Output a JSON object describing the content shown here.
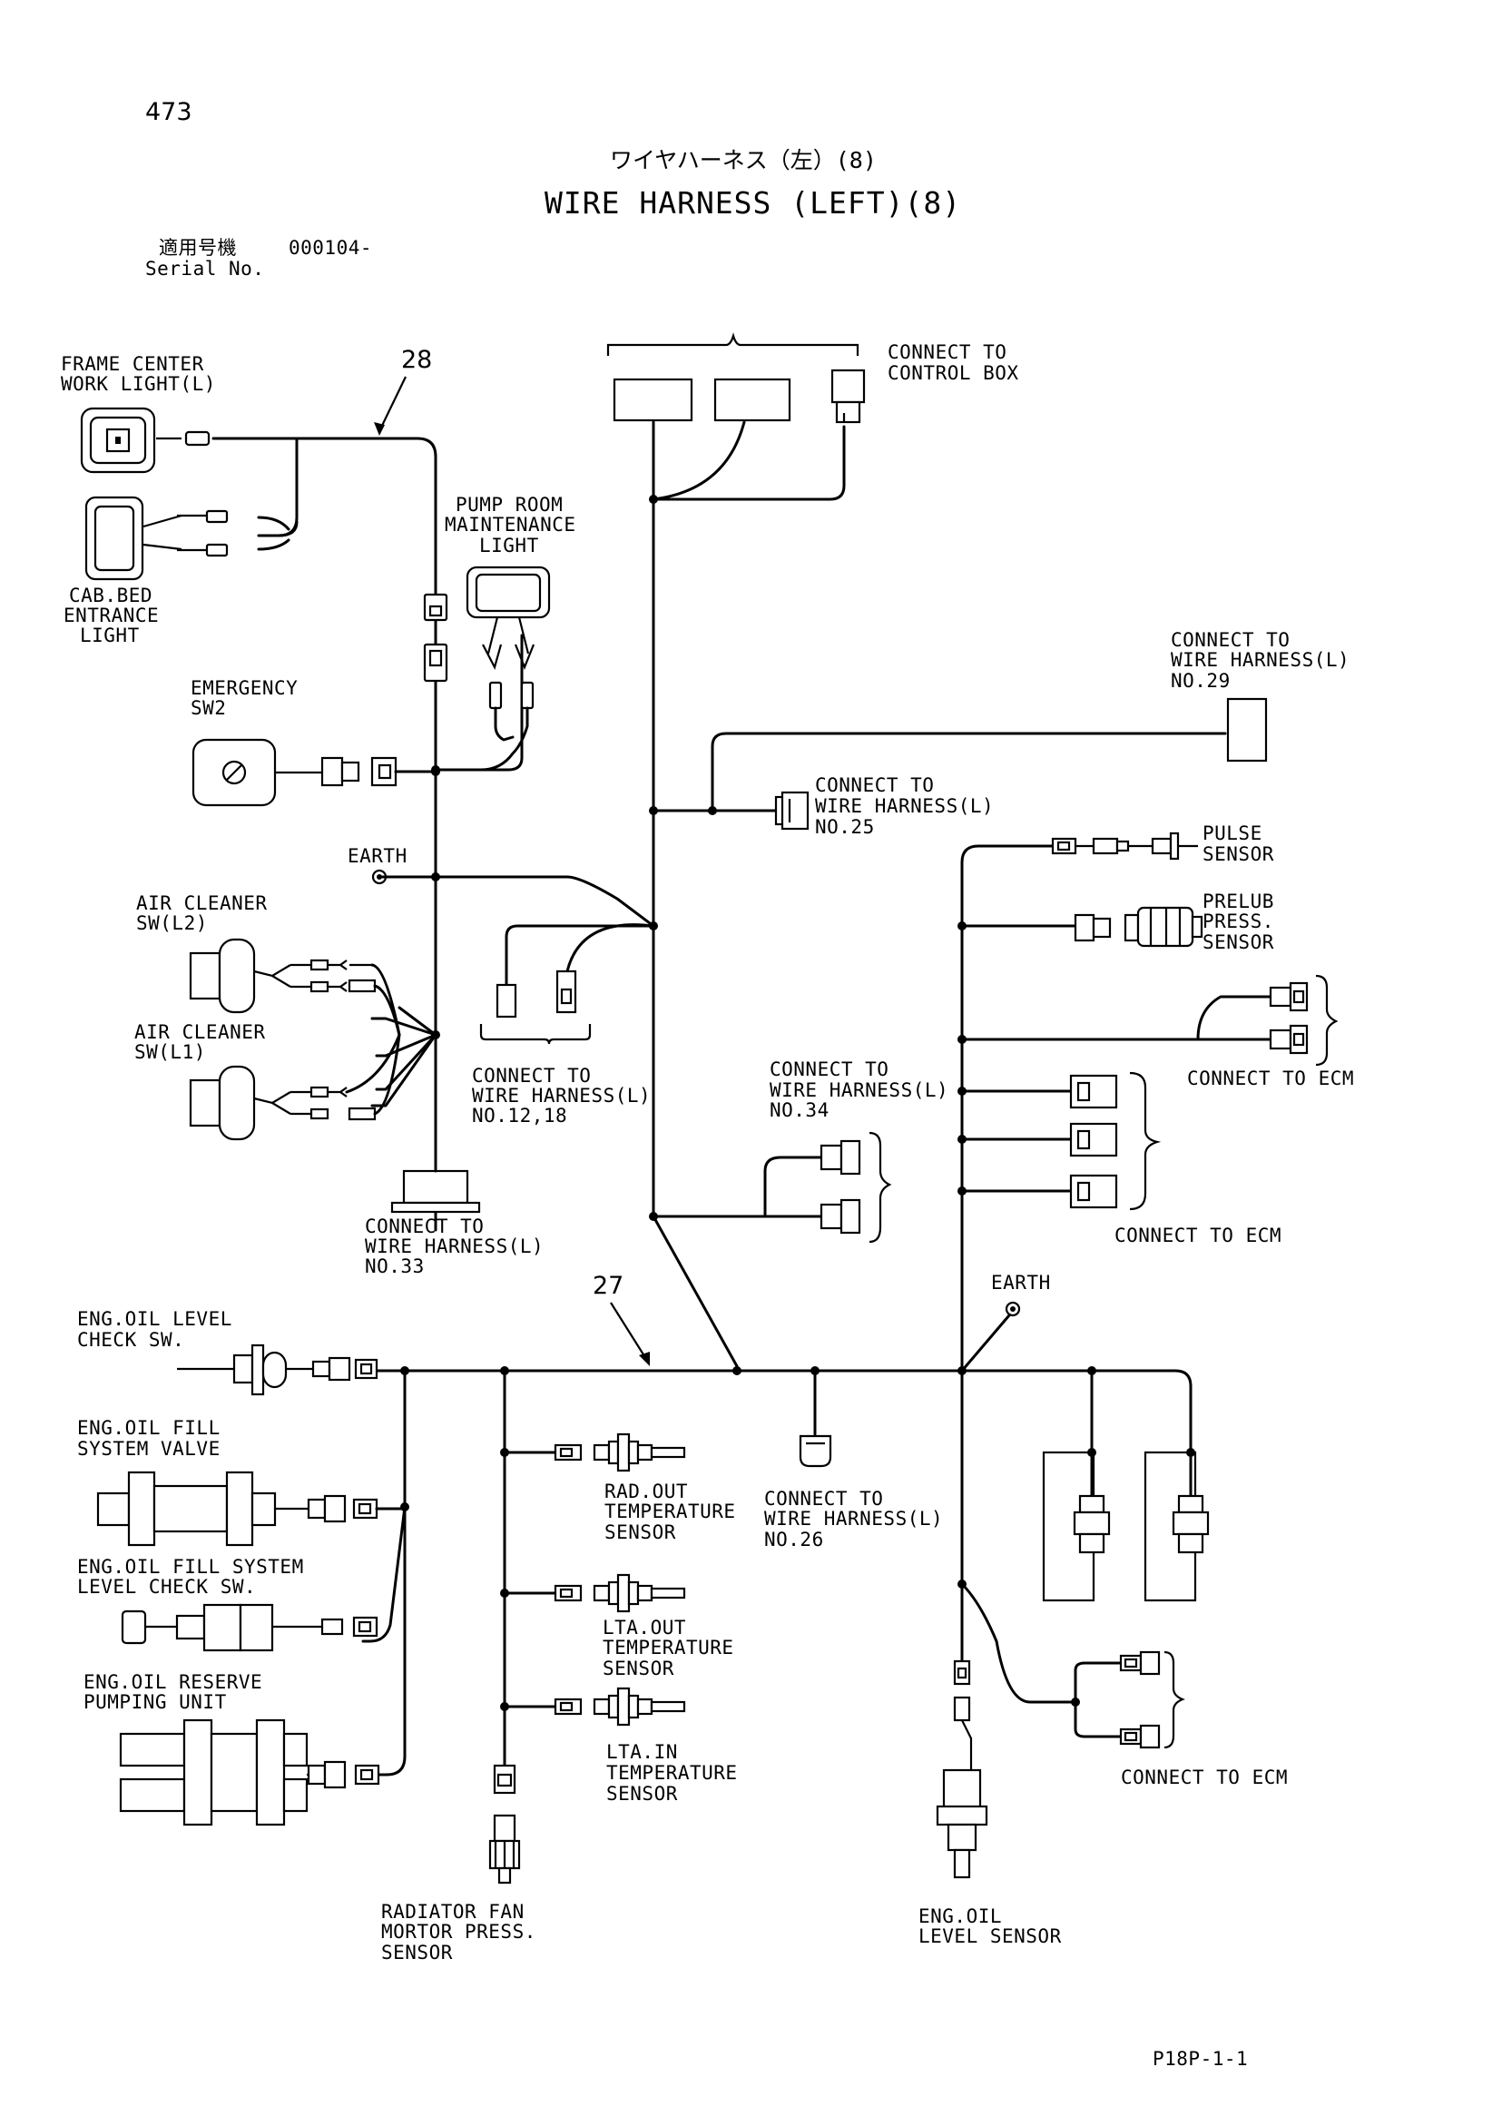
{
  "page": {
    "number": "473",
    "title_jp": "ワイヤハーネス（左）(8)",
    "title_en": "WIRE HARNESS (LEFT)(8)",
    "serial_label_jp": "適用号機",
    "serial_value": "000104-",
    "serial_label_en": "Serial No.",
    "drawing_code": "P18P-1-1"
  },
  "callouts": {
    "harness_28": "28",
    "harness_27": "27"
  },
  "labels": {
    "frame_center": [
      "FRAME CENTER",
      "WORK LIGHT(L)"
    ],
    "cab_bed": [
      "CAB.BED",
      "ENTRANCE",
      "LIGHT"
    ],
    "pump_room": [
      "PUMP ROOM",
      "MAINTENANCE",
      "LIGHT"
    ],
    "control_box": [
      "CONNECT TO",
      "CONTROL BOX"
    ],
    "emergency": [
      "EMERGENCY",
      "SW2"
    ],
    "earth_top": "EARTH",
    "air_l2": [
      "AIR CLEANER",
      "SW(L2)"
    ],
    "air_l1": [
      "AIR CLEANER",
      "SW(L1)"
    ],
    "wh_1218": [
      "CONNECT TO",
      "WIRE HARNESS(L)",
      "NO.12,18"
    ],
    "wh_33": [
      "CONNECT TO",
      "WIRE HARNESS(L)",
      "NO.33"
    ],
    "wh_29": [
      "CONNECT TO",
      "WIRE HARNESS(L)",
      "NO.29"
    ],
    "wh_25": [
      "CONNECT TO",
      "WIRE HARNESS(L)",
      "NO.25"
    ],
    "pulse": [
      "PULSE",
      "SENSOR"
    ],
    "prelub": [
      "PRELUB",
      "PRESS.",
      "SENSOR"
    ],
    "ecm_1": "CONNECT TO ECM",
    "wh_34": [
      "CONNECT TO",
      "WIRE HARNESS(L)",
      "NO.34"
    ],
    "ecm_2": "CONNECT TO ECM",
    "earth_bottom": "EARTH",
    "oil_level_check": [
      "ENG.OIL LEVEL",
      "CHECK SW."
    ],
    "oil_fill_valve": [
      "ENG.OIL FILL",
      "SYSTEM VALVE"
    ],
    "oil_fill_level": [
      "ENG.OIL FILL SYSTEM",
      "LEVEL CHECK SW."
    ],
    "oil_reserve": [
      "ENG.OIL RESERVE",
      "PUMPING UNIT"
    ],
    "rad_out": [
      "RAD.OUT",
      "TEMPERATURE",
      "SENSOR"
    ],
    "lta_out": [
      "LTA.OUT",
      "TEMPERATURE",
      "SENSOR"
    ],
    "lta_in": [
      "LTA.IN",
      "TEMPERATURE",
      "SENSOR"
    ],
    "wh_26": [
      "CONNECT TO",
      "WIRE HARNESS(L)",
      "NO.26"
    ],
    "rad_fan": [
      "RADIATOR FAN",
      "MORTOR PRESS.",
      "SENSOR"
    ],
    "oil_level_sensor": [
      "ENG.OIL",
      "LEVEL SENSOR"
    ],
    "ecm_3": "CONNECT TO ECM"
  }
}
